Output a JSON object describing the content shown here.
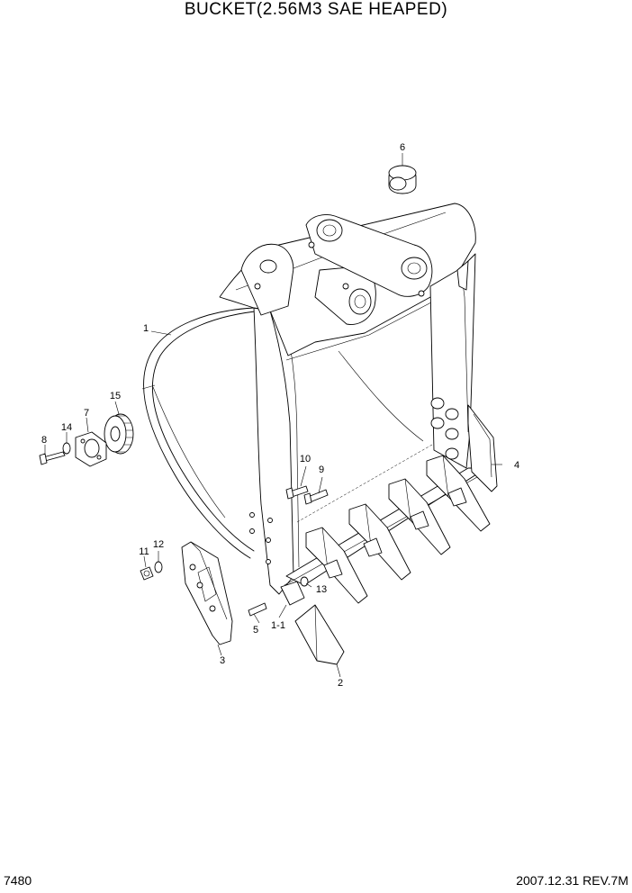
{
  "title": "BUCKET(2.56M3 SAE HEAPED)",
  "footer": {
    "page_number": "7480",
    "date_revision": "2007.12.31  REV.7M"
  },
  "parts": [
    {
      "label": "1"
    },
    {
      "label": "1-1"
    },
    {
      "label": "2"
    },
    {
      "label": "3"
    },
    {
      "label": "4"
    },
    {
      "label": "5"
    },
    {
      "label": "6"
    },
    {
      "label": "7"
    },
    {
      "label": "8"
    },
    {
      "label": "9"
    },
    {
      "label": "10"
    },
    {
      "label": "11"
    },
    {
      "label": "12"
    },
    {
      "label": "13"
    },
    {
      "label": "14"
    },
    {
      "label": "15"
    }
  ]
}
